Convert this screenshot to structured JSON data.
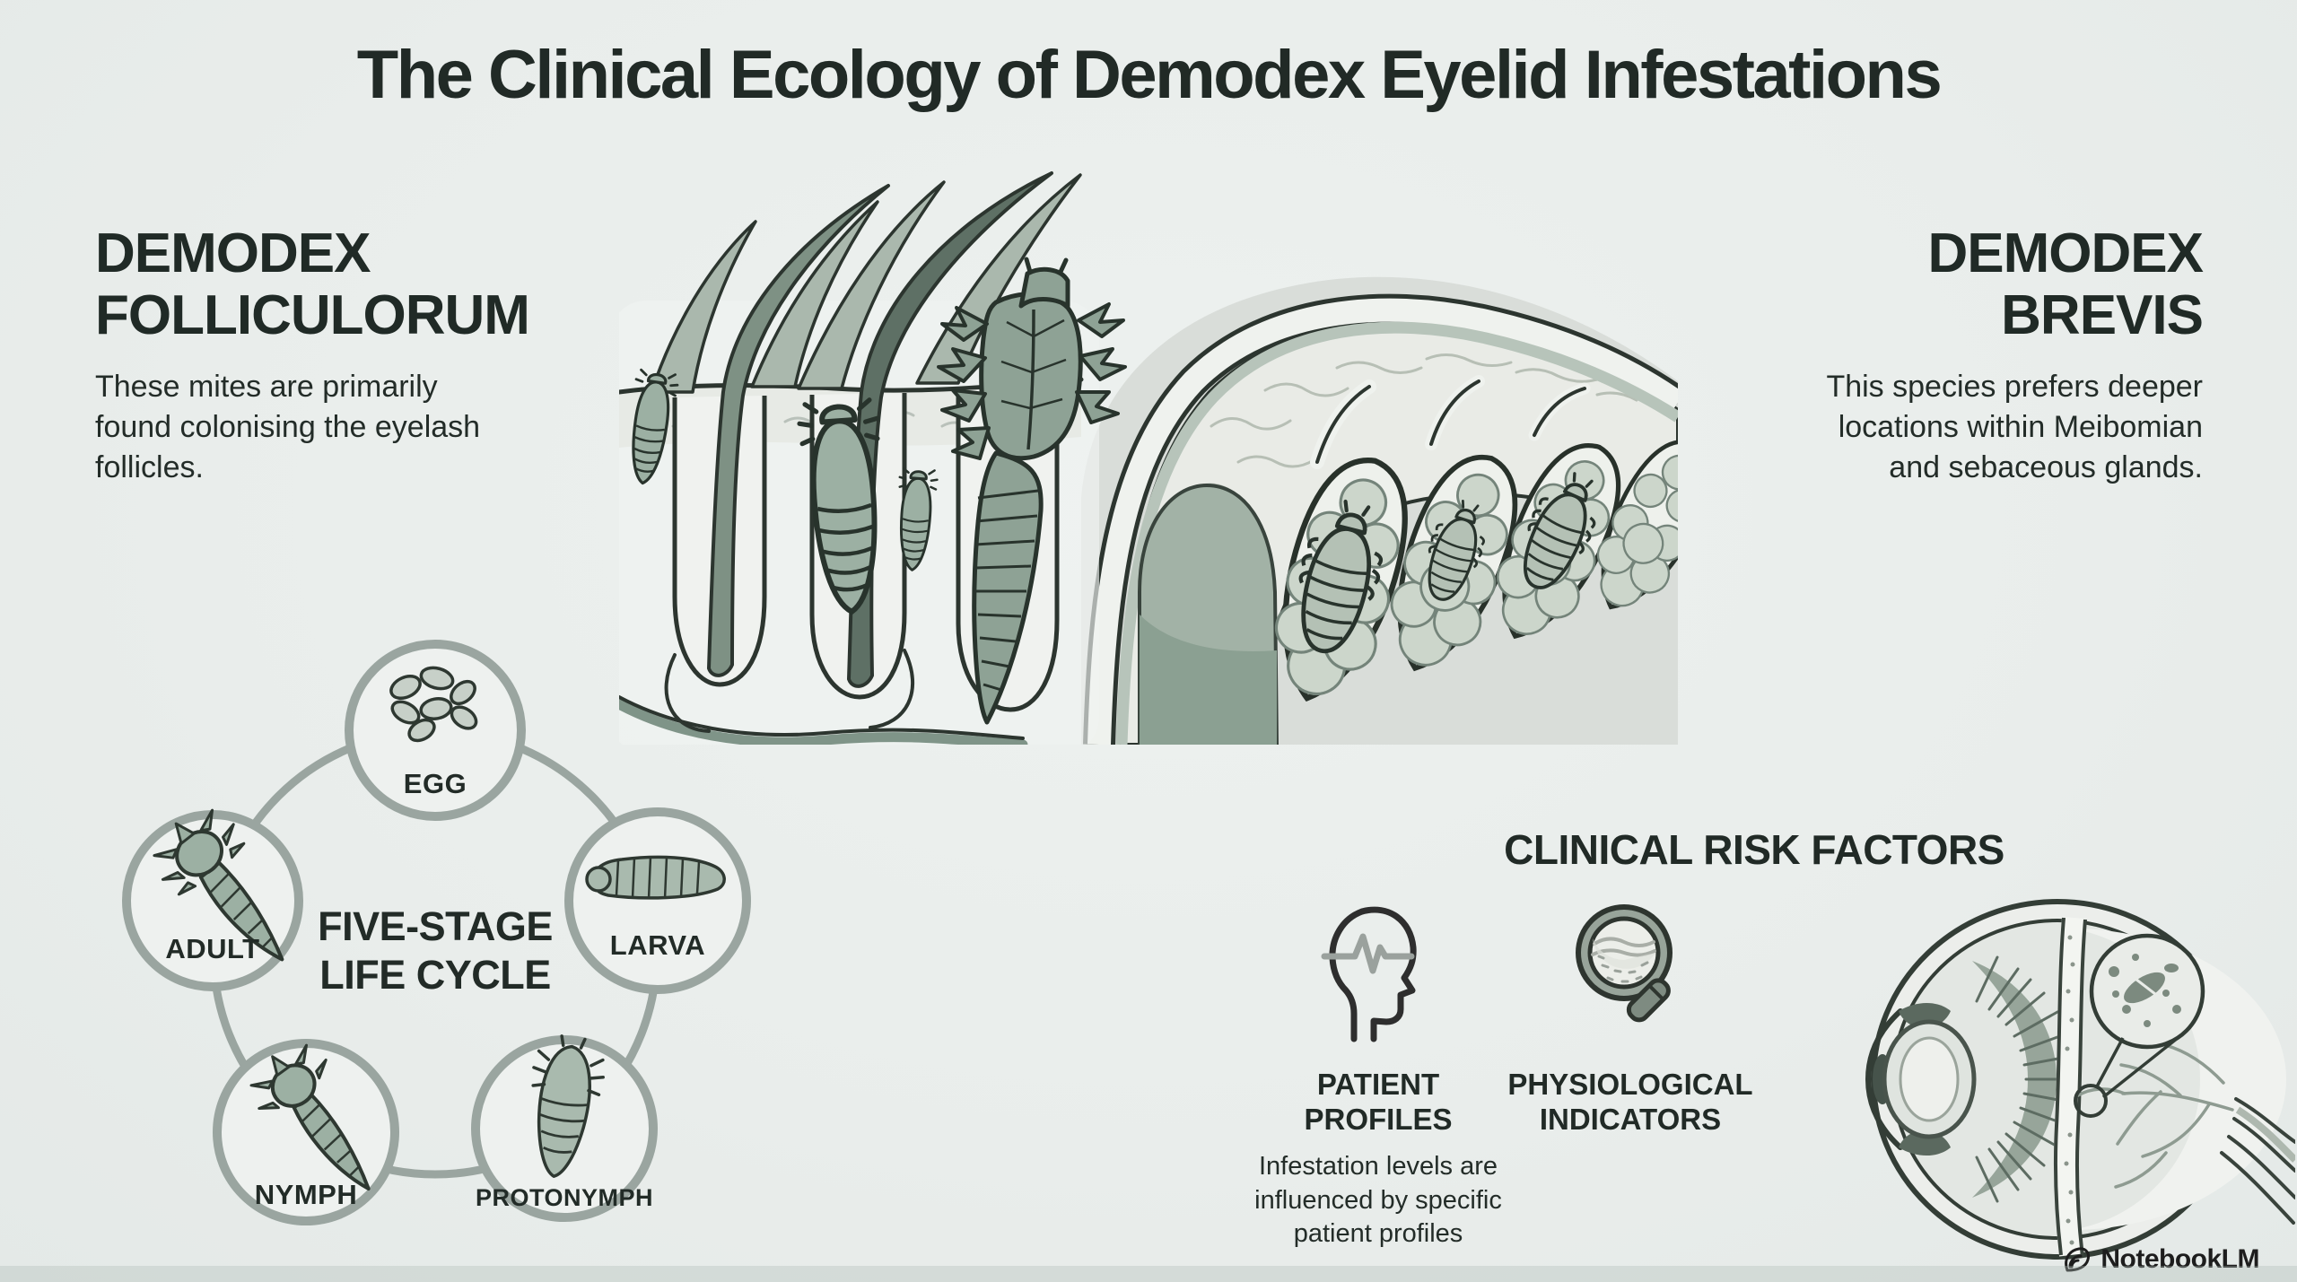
{
  "page": {
    "title": "The Clinical Ecology of Demodex Eyelid Infestations",
    "watermark_text": "NotebookLM"
  },
  "species_left": {
    "heading": "DEMODEX FOLLICULORUM",
    "description": "These mites are primarily found colonising the eyelash follicles."
  },
  "species_right": {
    "heading": "DEMODEX BREVIS",
    "description": "This species prefers deeper locations within Meibomian and sebaceous glands."
  },
  "life_cycle": {
    "center_line1": "FIVE-STAGE",
    "center_line2": "LIFE CYCLE",
    "stages": [
      "EGG",
      "LARVA",
      "PROTONYMPH",
      "NYMPH",
      "ADULT"
    ]
  },
  "risk_factors": {
    "heading": "CLINICAL RISK FACTORS",
    "items": [
      {
        "icon": "head-profile-ecg-icon",
        "label": "PATIENT PROFILES"
      },
      {
        "icon": "magnifying-glass-sample-icon",
        "label": "PHYSIOLOGICAL INDICATORS"
      }
    ],
    "caption": "Infestation levels are influenced by specific patient profiles"
  },
  "illustrations": {
    "central": "eyelash-follicles-and-meibomian-glands-cross-section",
    "life_cycle": "five-stage-life-cycle-diagram",
    "eye": "eye-anatomy-cross-section-with-mite-inset"
  },
  "colors": {
    "background": "#e9edeb",
    "ink": "#222b27",
    "sage": "#8fa396",
    "sage_light": "#ccd6cb",
    "outline": "#2c352f",
    "circle_gray": "#9aa5a0"
  }
}
